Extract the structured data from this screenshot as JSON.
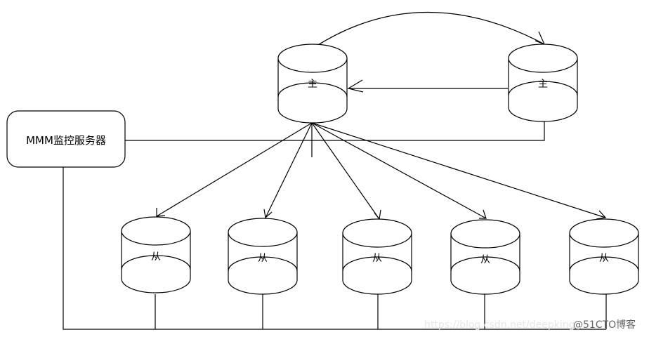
{
  "monitor": {
    "label": "MMM监控服务器"
  },
  "masters": [
    {
      "label": "主"
    },
    {
      "label": "主"
    }
  ],
  "slaves": [
    {
      "label": "从"
    },
    {
      "label": "从"
    },
    {
      "label": "从"
    },
    {
      "label": "从"
    },
    {
      "label": "从"
    }
  ],
  "watermark": {
    "url": "https://blog.csdn.net/deepking",
    "site": "@51CTO博客"
  }
}
